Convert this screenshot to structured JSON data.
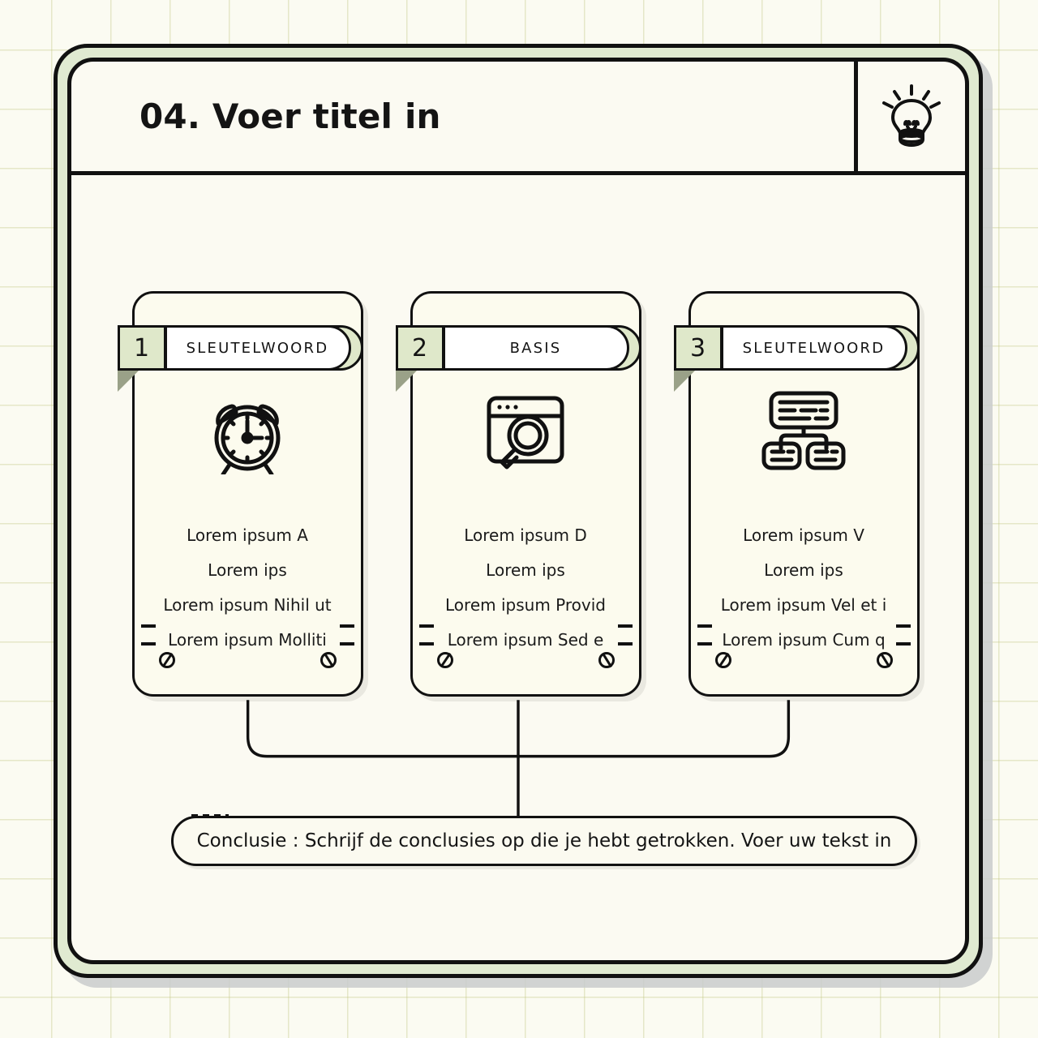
{
  "header": {
    "title": "04. Voer titel in",
    "icon": "lightbulb-icon"
  },
  "cards": [
    {
      "number": "1",
      "label": "SLEUTELWOORD",
      "icon": "alarm-clock-icon",
      "lines": [
        "Lorem ipsum A",
        "Lorem ips",
        "Lorem ipsum Nihil ut",
        "Lorem ipsum Molliti"
      ]
    },
    {
      "number": "2",
      "label": "BASIS",
      "icon": "browser-search-icon",
      "lines": [
        "Lorem ipsum D",
        "Lorem ips",
        "Lorem ipsum Provid",
        "Lorem ipsum Sed e"
      ]
    },
    {
      "number": "3",
      "label": "SLEUTELWOORD",
      "icon": "hierarchy-sitemap-icon",
      "lines": [
        "Lorem ipsum V",
        "Lorem ips",
        "Lorem ipsum Vel et i",
        "Lorem ipsum Cum q"
      ]
    }
  ],
  "conclusion": {
    "text": "Conclusie : Schrijf de conclusies op die je hebt getrokken. Voer uw tekst in"
  },
  "colors": {
    "accent_green": "#dfe8ca",
    "frame_band": "#e0ead1",
    "card_fill": "#fcfbee",
    "page_bg": "#fbfbf2",
    "ink": "#111111"
  }
}
